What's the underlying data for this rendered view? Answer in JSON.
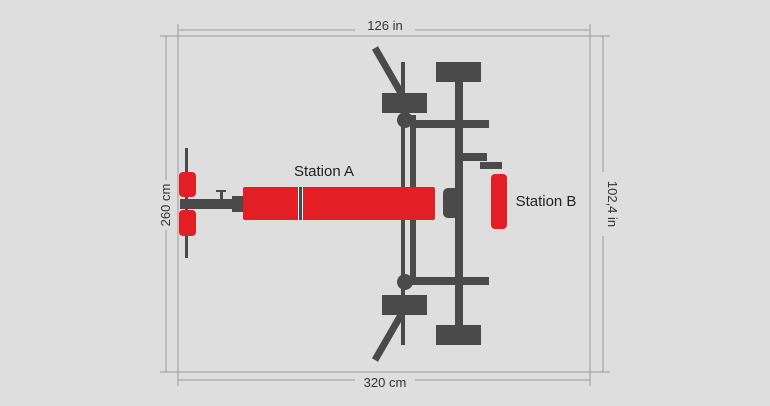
{
  "dimensions": {
    "top": "126 in",
    "bottom": "320 cm",
    "left": "260 cm",
    "right": "102,4 in"
  },
  "labels": {
    "station_a": "Station A",
    "station_b": "Station B"
  },
  "colors": {
    "background": "#dedede",
    "frame": "#4a4a4a",
    "pad": "#e31e24",
    "dimension_line": "#9a9a9a"
  }
}
